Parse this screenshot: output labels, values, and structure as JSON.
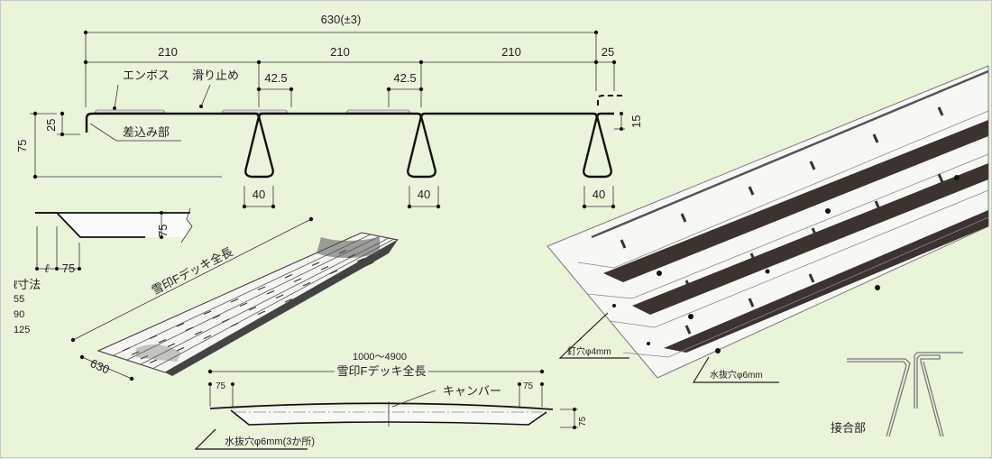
{
  "cross_section": {
    "overall_width": "630(±3)",
    "span_1": "210",
    "span_2": "210",
    "span_3": "210",
    "overlap": "25",
    "offset_1": "42.5",
    "offset_2": "42.5",
    "emboss_label": "エンボス",
    "antislip_label": "滑り止め",
    "insert_label": "差込み部",
    "height_total": "75",
    "height_lip": "25",
    "height_joint": "15",
    "rib_width_1": "40",
    "rib_width_2": "40",
    "rib_width_3": "40"
  },
  "end_detail": {
    "height": "75",
    "l_symbol": "ℓ",
    "slope_width": "75",
    "l_dimension_title": "ℓ寸法",
    "l_values": [
      "55",
      "90",
      "125"
    ]
  },
  "perspective": {
    "length_label": "雪印Fデッキ全長",
    "width_label": "630"
  },
  "side_view": {
    "length_range": "1000～4900",
    "length_label": "雪印Fデッキ全長",
    "end_left": "75",
    "end_right": "75",
    "camber_label": "キャンバー",
    "height": "75",
    "drain_label": "水抜穴φ6mm(3か所)"
  },
  "detail_view": {
    "nail_hole_label": "釘穴φ4mm",
    "drain_hole_label": "水抜穴φ6mm"
  },
  "joint": {
    "label": "接合部"
  }
}
